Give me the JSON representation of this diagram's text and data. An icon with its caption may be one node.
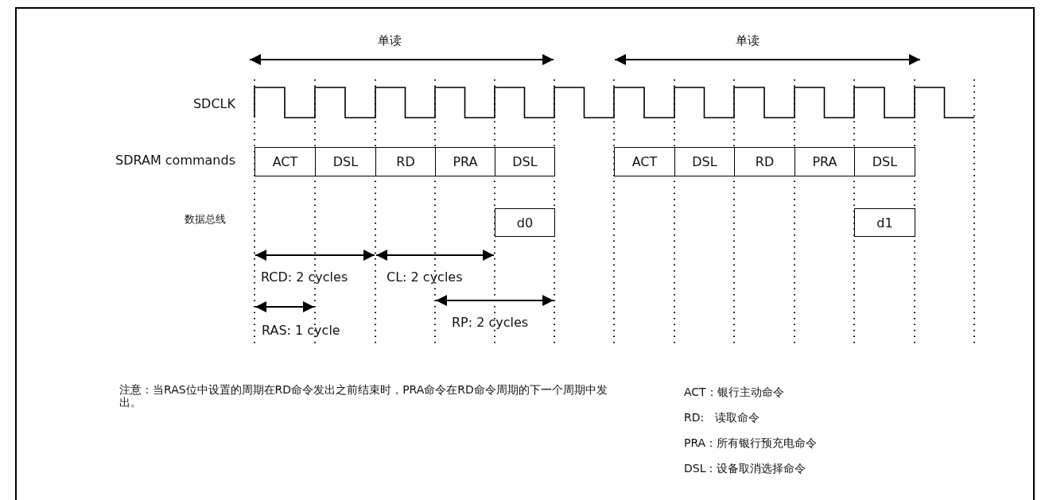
{
  "diagram": {
    "nodes": [
      {
        "text": [
          "ACT"
        ]
      },
      {
        "text": [
          "DSL"
        ]
      },
      {
        "text": [
          "RD"
        ]
      },
      {
        "text": [
          "PRA"
        ]
      },
      {
        "text": [
          "DSL"
        ]
      },
      {
        "text": [
          "d0"
        ]
      },
      {
        "text": [
          "ACT"
        ]
      },
      {
        "text": [
          "DSL"
        ]
      },
      {
        "text": [
          "RD"
        ]
      },
      {
        "text": [
          "PRA"
        ]
      },
      {
        "text": [
          "DSL"
        ]
      },
      {
        "text": [
          "d1"
        ]
      }
    ],
    "labels": [
      "单读",
      "单读",
      "SDCLK",
      "SDRAM commands",
      "数据总线",
      "RCD: 2 cycles",
      "CL: 2 cycles",
      "RAS: 1 cycle",
      "RP: 2 cycles",
      "注意：当RAS位中设置的周期在RD命令发出之前结束时，PRA命令在RD命令周期的下一个周期中发出。",
      "ACT：银行主动命令",
      "RD:   读取命令",
      "PRA：所有银行预充电命令",
      "DSL：设备取消选择命令"
    ]
  }
}
